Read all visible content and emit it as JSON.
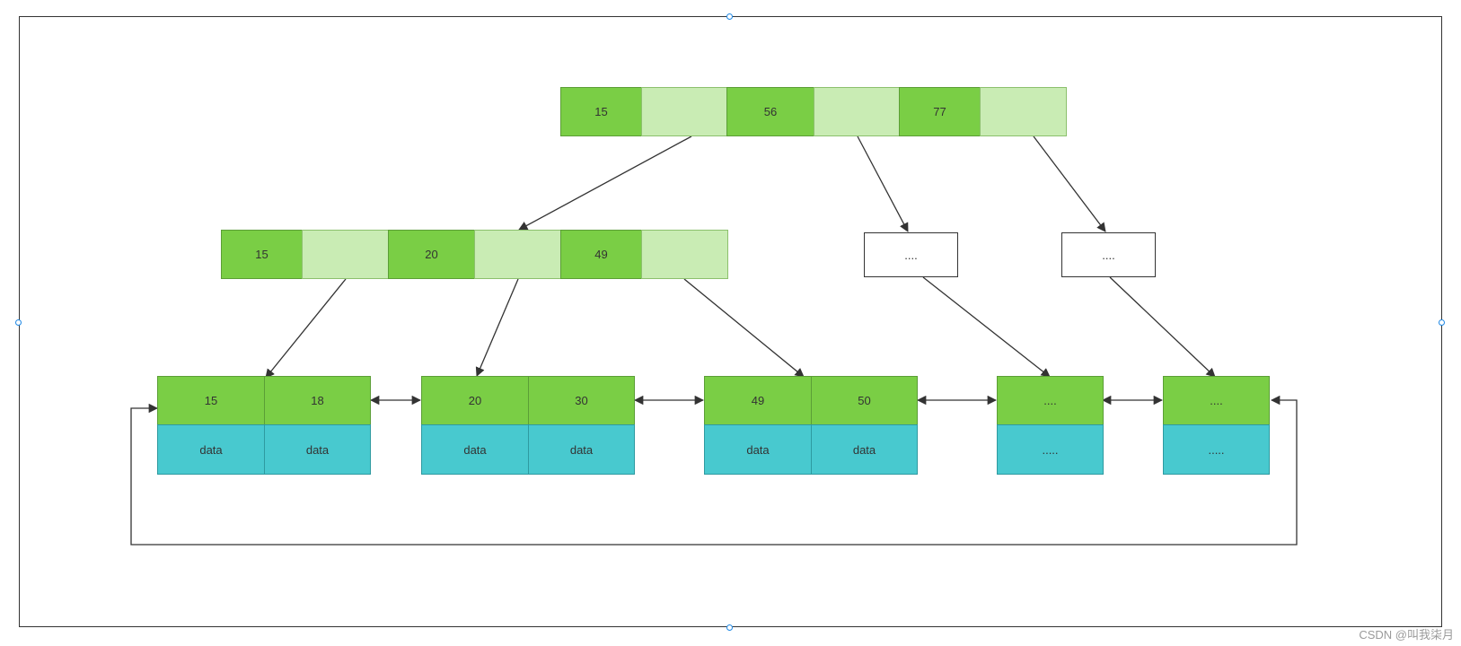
{
  "diagram": {
    "root": {
      "keys": [
        "15",
        "56",
        "77"
      ]
    },
    "internal": {
      "keys": [
        "15",
        "20",
        "49"
      ],
      "placeholders": [
        "....",
        "...."
      ]
    },
    "leaves": [
      {
        "keys": [
          "15",
          "18"
        ],
        "data": [
          "data",
          "data"
        ]
      },
      {
        "keys": [
          "20",
          "30"
        ],
        "data": [
          "data",
          "data"
        ]
      },
      {
        "keys": [
          "49",
          "50"
        ],
        "data": [
          "data",
          "data"
        ]
      },
      {
        "keys": [
          "...."
        ],
        "data": [
          "....."
        ]
      },
      {
        "keys": [
          "...."
        ],
        "data": [
          "....."
        ]
      }
    ],
    "colors": {
      "key": "#7ace45",
      "pointer": "#c9ecb4",
      "data": "#48c9cf",
      "line": "#333333",
      "selection_handle": "#1e88e5"
    }
  },
  "watermark": "CSDN @叫我柒月"
}
